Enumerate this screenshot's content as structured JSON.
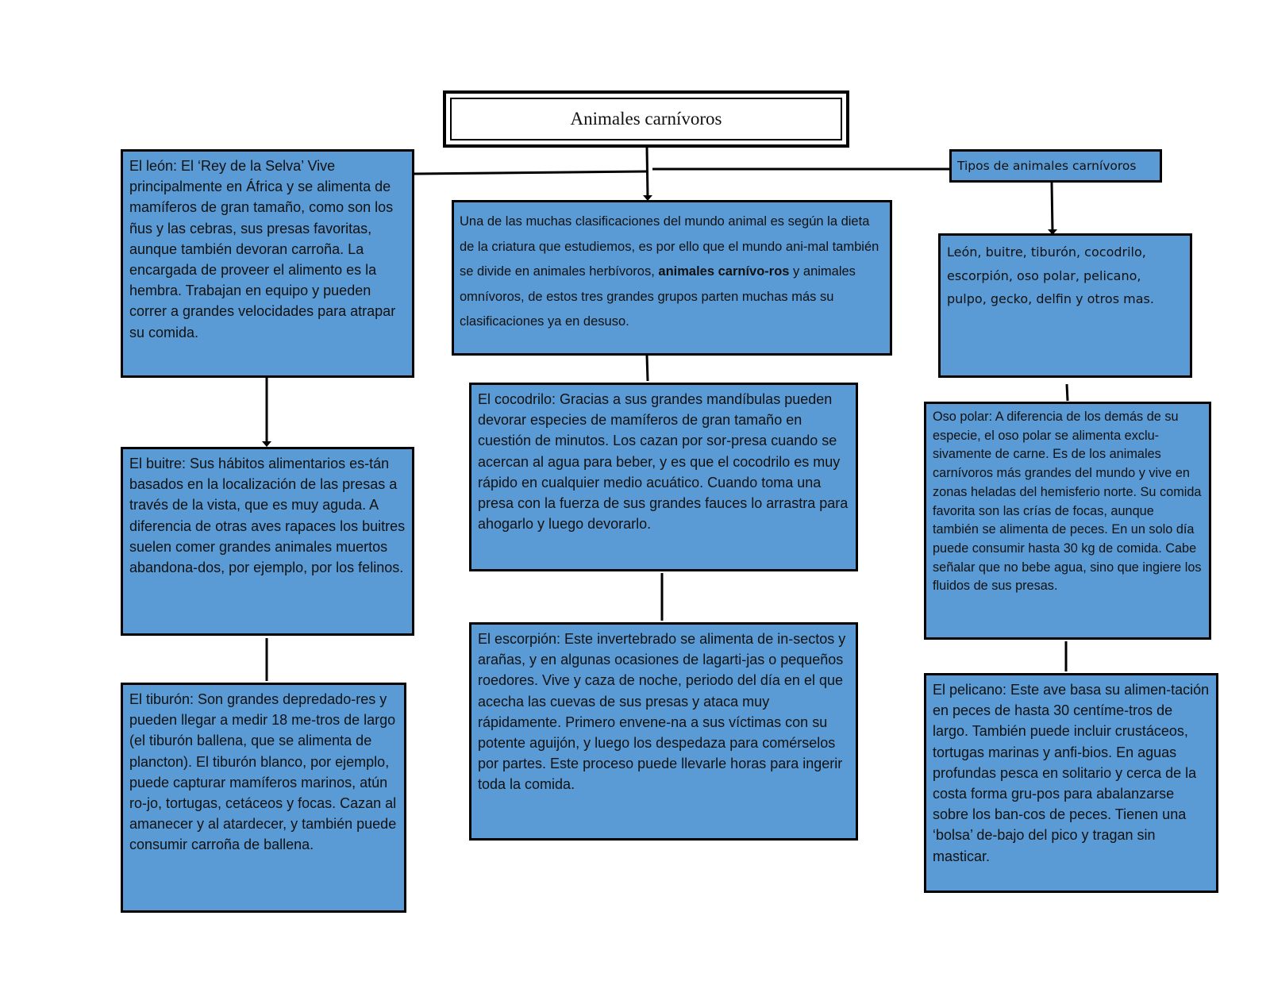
{
  "title": "Animales carnívoros",
  "types_heading": "Tipos de animales carnívoros",
  "intro": {
    "part1": "Una de las muchas clasificaciones del mundo animal es según la dieta de la criatura que estudiemos, es por ello que el mundo ani-mal también se divide en animales herbívoros, ",
    "bold": "animales carnívo-ros",
    "part2": " y animales omnívoros, de estos tres grandes grupos parten muchas más su clasificaciones ya en desuso."
  },
  "types_list": "León, buitre, tiburón, cocodrilo, escorpión, oso polar, pelicano, pulpo, gecko, delfin y otros mas.",
  "animals": {
    "leon": "El león: El ‘Rey de la Selva’ Vive principalmente en África y se alimenta de mamíferos de gran tamaño, como son los ñus y las cebras, sus presas favoritas, aunque también devoran carroña. La encargada de proveer el alimento es la hembra. Trabajan en equipo y pueden correr a grandes velocidades para atrapar su comida.",
    "buitre": "El buitre: Sus hábitos alimentarios es-tán basados en la localización de las presas a través de la vista, que es muy aguda. A diferencia de otras aves rapaces los buitres suelen comer grandes animales muertos abandona-dos, por ejemplo, por los felinos.",
    "tiburon": "El tiburón: Son grandes depredado-res y pueden llegar a medir 18 me-tros de largo (el tiburón ballena, que se alimenta de plancton). El tiburón blanco, por ejemplo, puede capturar mamíferos marinos, atún ro-jo, tortugas, cetáceos y focas. Cazan al amanecer y al atardecer, y también puede consumir carroña de ballena.",
    "cocodrilo": "El cocodrilo: Gracias a sus grandes mandíbulas pueden devorar especies de mamíferos de gran tamaño en cuestión de minutos. Los cazan por sor-presa cuando se acercan al agua para beber, y es que el cocodrilo es muy rápido en cualquier medio acuático. Cuando toma una presa con la fuerza de sus grandes fauces lo arrastra para ahogarlo y luego devorarlo.",
    "escorpion": "El escorpión:  Este invertebrado se alimenta de in-sectos y arañas, y en algunas ocasiones de lagarti-jas o pequeños roedores. Vive y caza de noche, periodo del día en el que acecha las cuevas de sus presas y ataca muy rápidamente. Primero envene-na a sus víctimas con su potente aguijón, y luego los despedaza para comérselos por partes. Este proceso puede llevarle horas para ingerir toda la comida.",
    "oso_polar": "Oso polar: A diferencia de los demás de su especie, el oso polar se alimenta exclu-sivamente de carne. Es de los animales carnívoros más grandes del mundo y vive en zonas heladas del hemisferio norte. Su comida favorita son las crías de focas, aunque también se alimenta de peces. En un solo día puede consumir hasta 30 kg de comida. Cabe señalar que no bebe agua, sino que ingiere los fluidos de sus presas.",
    "pelicano": "El pelicano:  Este ave basa su alimen-tación en peces de hasta 30 centíme-tros de largo. También puede incluir crustáceos, tortugas marinas y anfi-bios. En aguas profundas pesca en solitario y cerca de la costa forma gru-pos para abalanzarse sobre los ban-cos de peces. Tienen una ‘bolsa’ de-bajo del pico y tragan sin masticar."
  },
  "colors": {
    "box_fill": "#5b9bd5",
    "border": "#000000",
    "background": "#ffffff"
  }
}
